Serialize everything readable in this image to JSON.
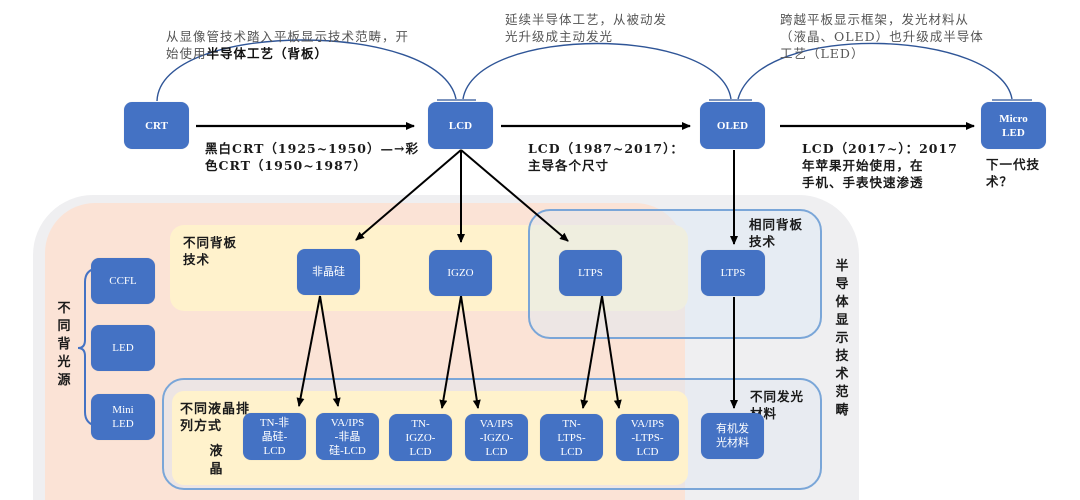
{
  "top_annotations": {
    "crt_to_lcd_arc_plain": "从显像管技术踏入平板显示技术范畴，开\n始使用",
    "crt_to_lcd_arc_bold": "半导体工艺（背板）",
    "lcd_to_oled_arc": "延续半导体工艺，从被动发\n光升级成主动发光",
    "oled_to_micro_arc": "跨越平板显示框架，发光材料从\n（液晶、OLED）也升级成半导体\n工艺（LED）"
  },
  "main_nodes": {
    "crt": "CRT",
    "lcd": "LCD",
    "oled": "OLED",
    "micro_led": "Micro\nLED"
  },
  "timeline_notes": {
    "crt_note": "黑白CRT（1925~1950）—→彩\n色CRT（1950~1987）",
    "lcd_note": "LCD（1987~2017）：\n主导各个尺寸",
    "oled_note": "LCD（2017~）：2017\n年苹果开始使用，在\n手机、手表快速渗透",
    "micro_note": "下一代技\n术？"
  },
  "backlight": {
    "group_label": "不同背光源",
    "items": [
      "CCFL",
      "LED",
      "Mini\nLED"
    ]
  },
  "backplane": {
    "group_label": "不同背板\n技术",
    "items": [
      "非晶硅",
      "IGZO",
      "LTPS"
    ]
  },
  "same_backplane": {
    "group_label": "相同背板\n技术",
    "item": "LTPS"
  },
  "lc_arrangement": {
    "group_label": "不同液晶排\n列方式",
    "sub_label": "液晶",
    "items": [
      "TN-非\n晶硅-\nLCD",
      "VA/IPS\n-非晶\n硅-LCD",
      "TN-\nIGZO-\nLCD",
      "VA/IPS\n-IGZO-\nLCD",
      "TN-\nLTPS-\nLCD",
      "VA/IPS\n-LTPS-\nLCD"
    ]
  },
  "emissive": {
    "group_label": "不同发光\n材料",
    "item": "有机发\n光材料"
  },
  "semiconductor_scope_label": "半导体显示技术范畴",
  "colors": {
    "node_blue": "#4472c4",
    "outer_gray": "#efeff1",
    "lcd_peach": "#fbe3d6",
    "yellow_band": "#fff2cc",
    "frame_blue": "#5b9bd5",
    "arc_blue": "#2f5597"
  }
}
